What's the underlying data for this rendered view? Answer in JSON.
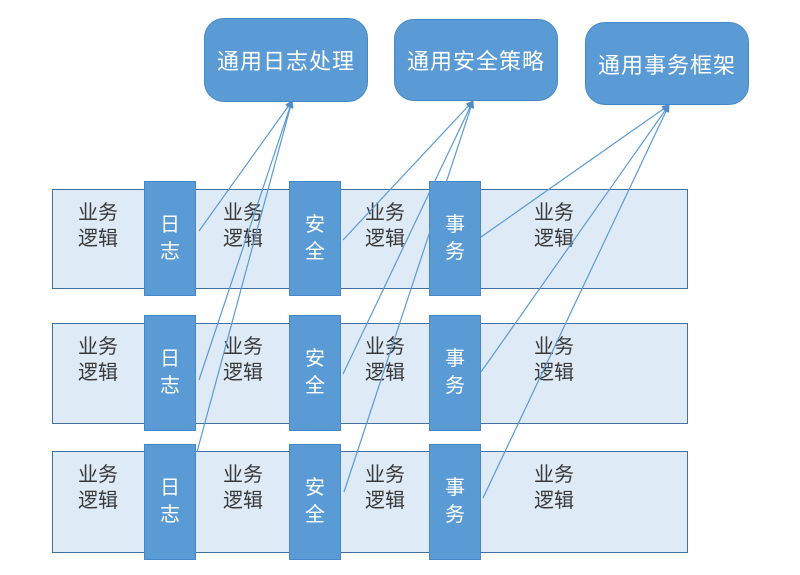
{
  "top_boxes": [
    {
      "label": "通用日志处理"
    },
    {
      "label": "通用安全策略"
    },
    {
      "label": "通用事务框架"
    }
  ],
  "bar_label": {
    "line1": "业务",
    "line2": "逻辑"
  },
  "aspects": {
    "log": {
      "c1": "日",
      "c2": "志"
    },
    "security": {
      "c1": "安",
      "c2": "全"
    },
    "transaction": {
      "c1": "事",
      "c2": "务"
    }
  },
  "colors": {
    "shape_fill": "#5B9BD5",
    "bar_fill": "#DEEAF6",
    "bar_border": "#41719C",
    "connector": "#5B9BD5",
    "text_dark": "#3A3A3A",
    "text_light": "#FFFFFF"
  }
}
